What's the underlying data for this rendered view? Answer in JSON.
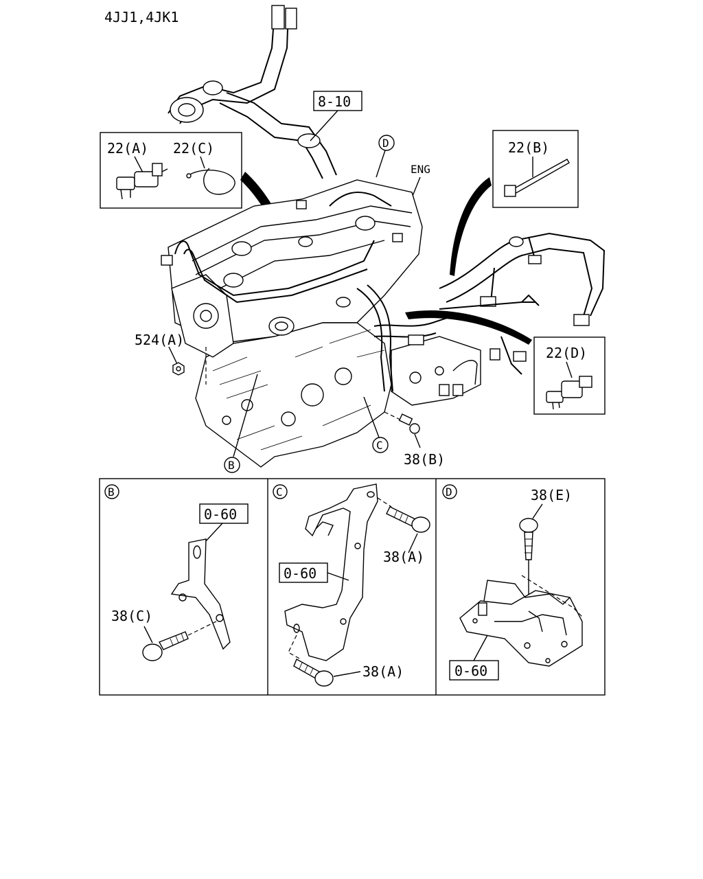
{
  "header": {
    "model": "4JJ1,4JK1"
  },
  "labels": {
    "ref_8_10": "8-10",
    "eng": "ENG",
    "p22a": "22(A)",
    "p22b": "22(B)",
    "p22c": "22(C)",
    "p22d": "22(D)",
    "p524a": "524(A)",
    "p38b": "38(B)",
    "callout_b": "B",
    "callout_c": "C",
    "callout_d": "D"
  },
  "details": {
    "b": {
      "ref": "0-60",
      "bolt": "38(C)"
    },
    "c": {
      "ref": "0-60",
      "bolt_top": "38(A)",
      "bolt_bottom": "38(A)"
    },
    "d": {
      "ref": "0-60",
      "bolt": "38(E)"
    }
  }
}
